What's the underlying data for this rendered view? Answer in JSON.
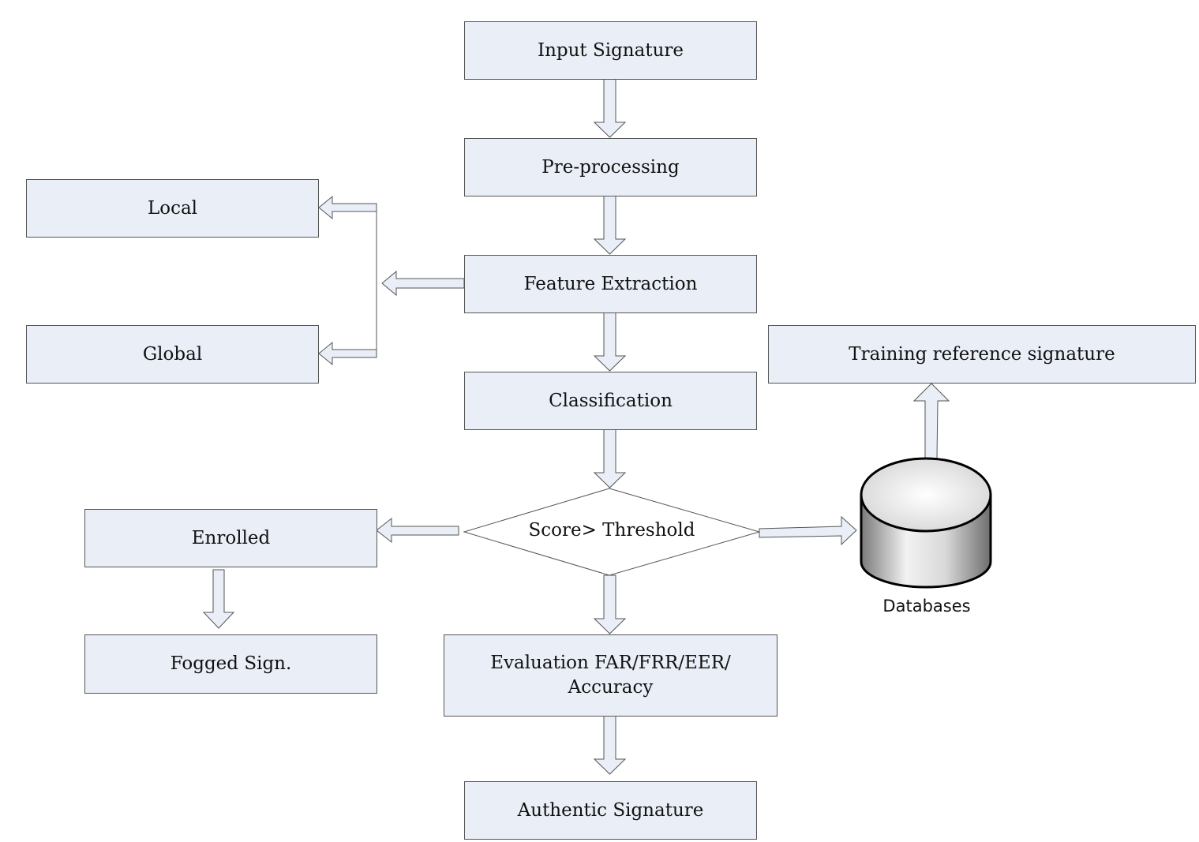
{
  "colors": {
    "box_fill": "#e9eef7",
    "stroke": "#555555",
    "diamond_fill": "#ffffff",
    "cylinder_dark": "#000000",
    "cylinder_light": "#f4f4f4"
  },
  "nodes": {
    "input_signature": "Input Signature",
    "pre_processing": "Pre-processing",
    "feature_extraction": "Feature Extraction",
    "local": "Local",
    "global": "Global",
    "classification": "Classification",
    "decision": "Score> Threshold",
    "enrolled": "Enrolled",
    "fogged_sign": "Fogged Sign.",
    "evaluation_line1": "Evaluation FAR/FRR/EER/",
    "evaluation_line2": "Accuracy",
    "authentic_signature": "Authentic Signature",
    "training_reference": "Training reference signature",
    "databases": "Databases"
  }
}
